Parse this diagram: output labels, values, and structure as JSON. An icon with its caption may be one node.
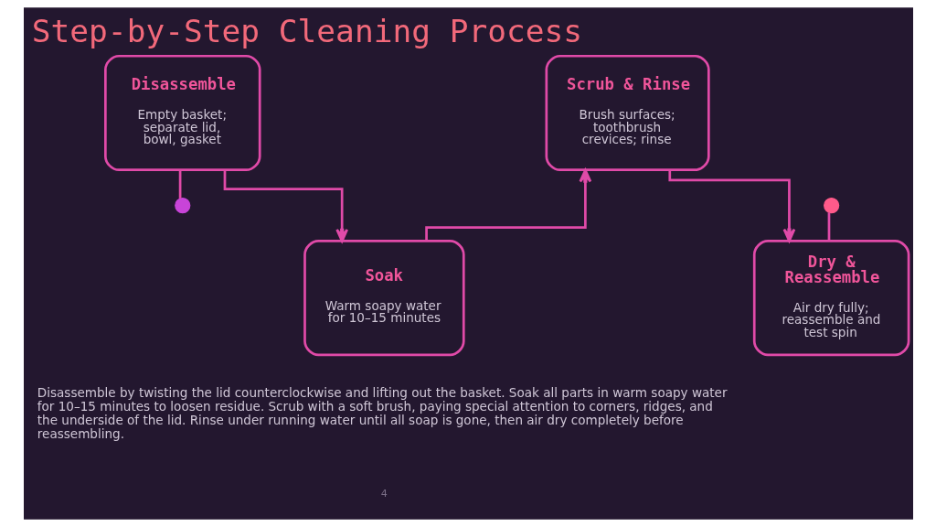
{
  "diagram": {
    "title": "Step-by-Step Cleaning Process",
    "caption": "Disassemble by twisting the lid counterclockwise and lifting out the basket. Soak all parts in warm soapy water for 10–15 minutes to loosen residue. Scrub with a soft brush, paying special attention to corners, ridges, and the underside of the lid. Rinse under running water until all soap is gone, then air dry completely before reassembling.",
    "nodes": [
      {
        "text": [],
        "shape": "circle"
      },
      {
        "text": [
          "Disassemble",
          "Empty basket; separate lid, bowl, gasket"
        ]
      },
      {
        "text": [
          "Soak",
          "Warm soapy water for 10–15 minutes"
        ]
      },
      {
        "text": [
          "Scrub & Rinse",
          "Brush surfaces; toothbrush crevices; rinse"
        ]
      },
      {
        "text": [
          "Dry & Reassemble",
          "Air dry fully; reassemble and test spin"
        ]
      },
      {
        "text": [],
        "shape": "circle"
      }
    ],
    "edges": [
      {
        "from": 0,
        "to": 1,
        "arrow": "none"
      },
      {
        "from": 1,
        "to": 2,
        "arrow": "to"
      },
      {
        "from": 2,
        "to": 3,
        "arrow": "to"
      },
      {
        "from": 3,
        "to": 4,
        "arrow": "to"
      },
      {
        "from": 4,
        "to": 5,
        "arrow": "none"
      }
    ],
    "labels": [
      "4"
    ]
  }
}
